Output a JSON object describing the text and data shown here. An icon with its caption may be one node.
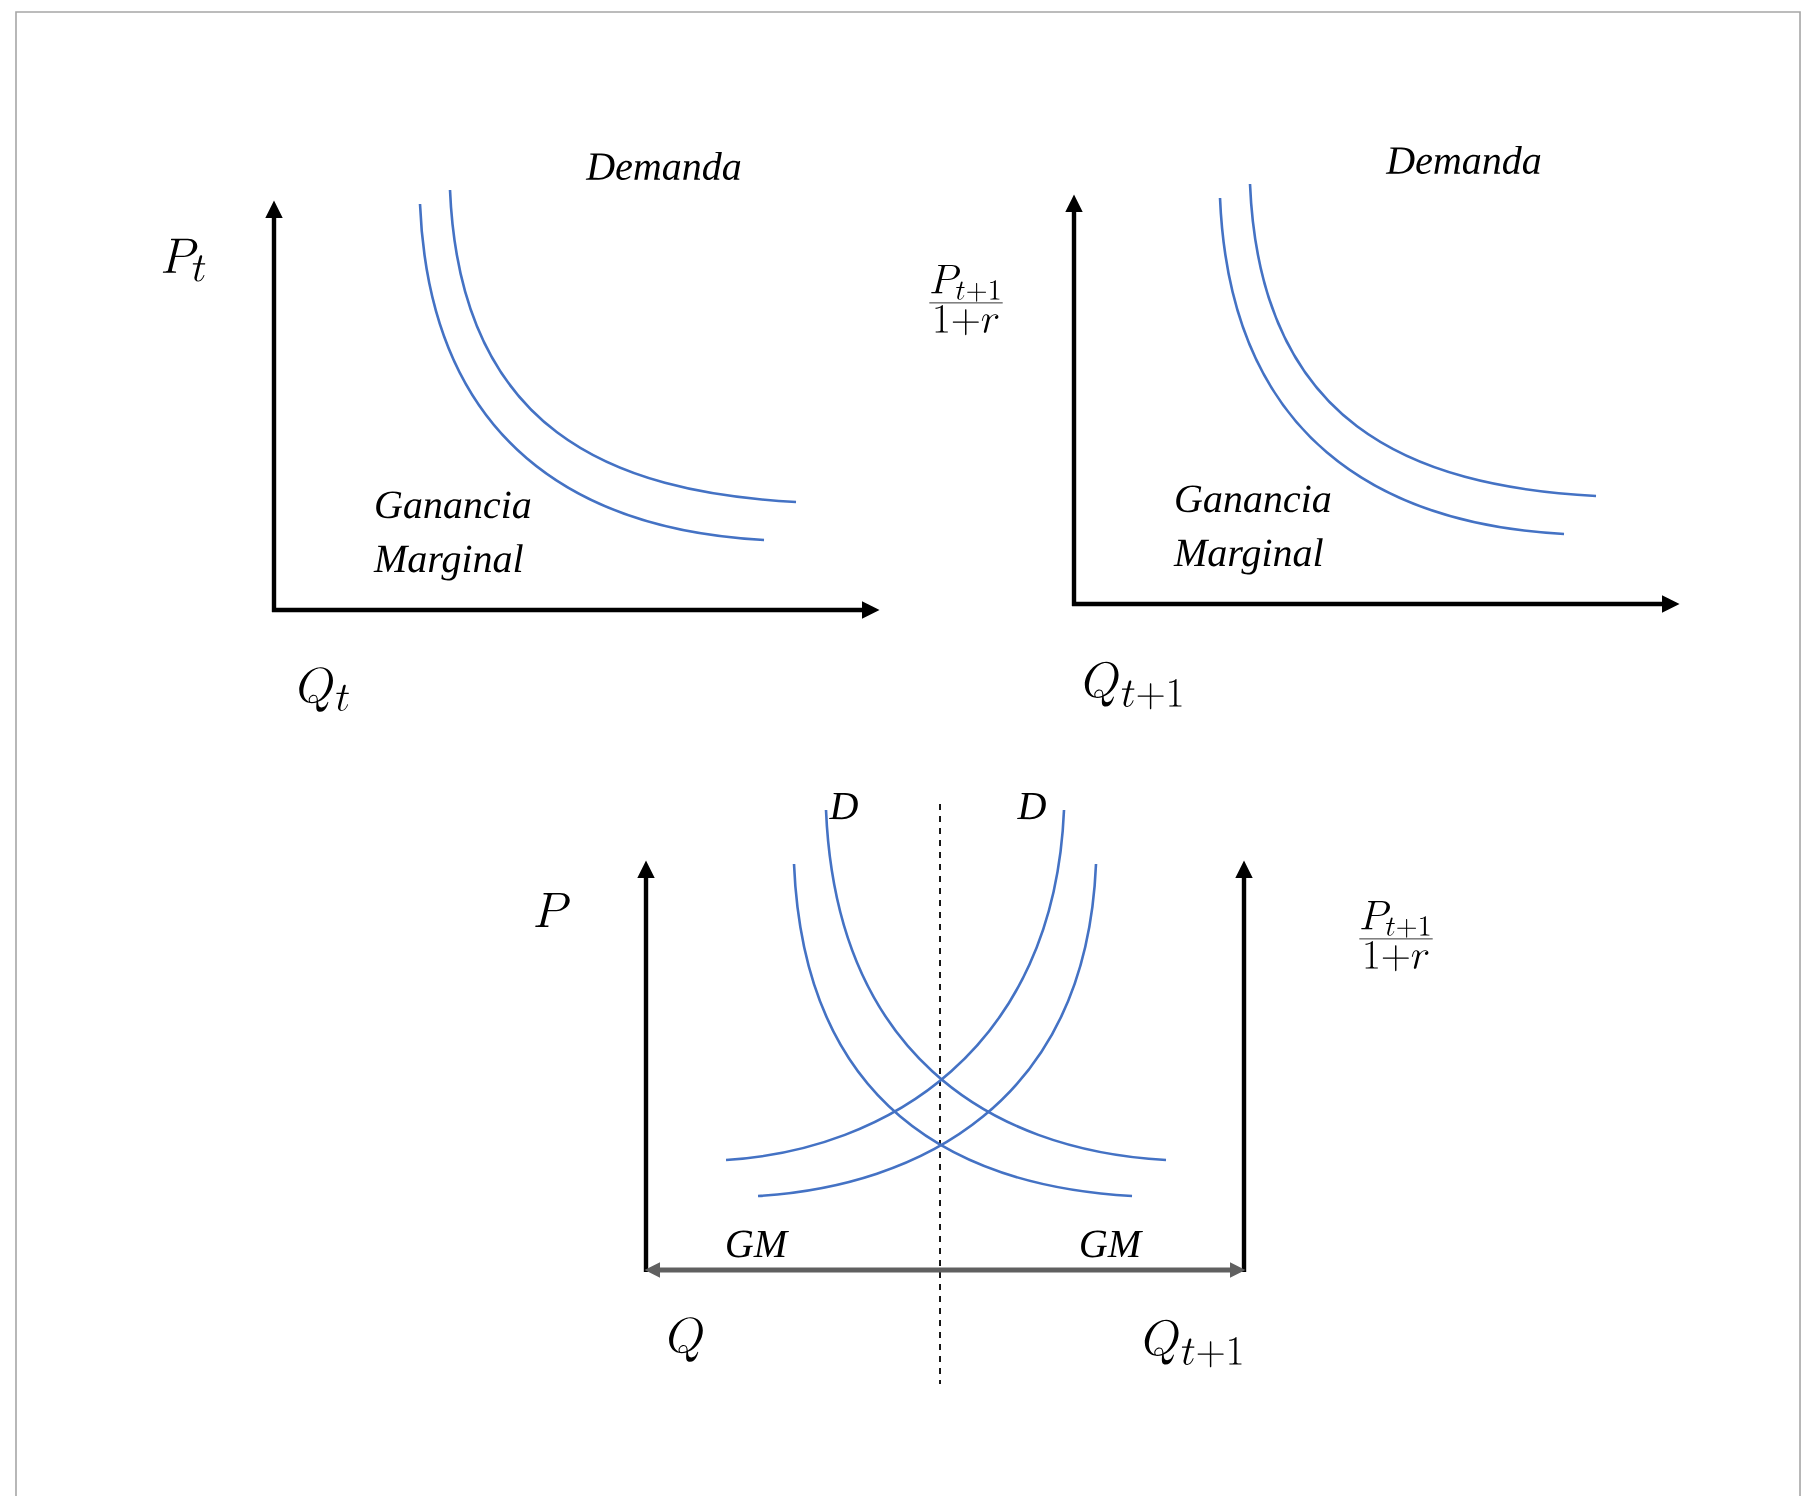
{
  "diagram": {
    "labels": [
      "Demanda",
      "P_t",
      "\\frac{P_{t+1}}{1+r}",
      "Demanda",
      "Ganancia Marginal",
      "Ganancia Marginal",
      "Q_t",
      "Q_{t+1}",
      "D",
      "D",
      "P",
      "\\frac{P_{t+1}}{1+r}",
      "GM",
      "GM",
      "Q",
      "Q_{t+1}"
    ]
  }
}
